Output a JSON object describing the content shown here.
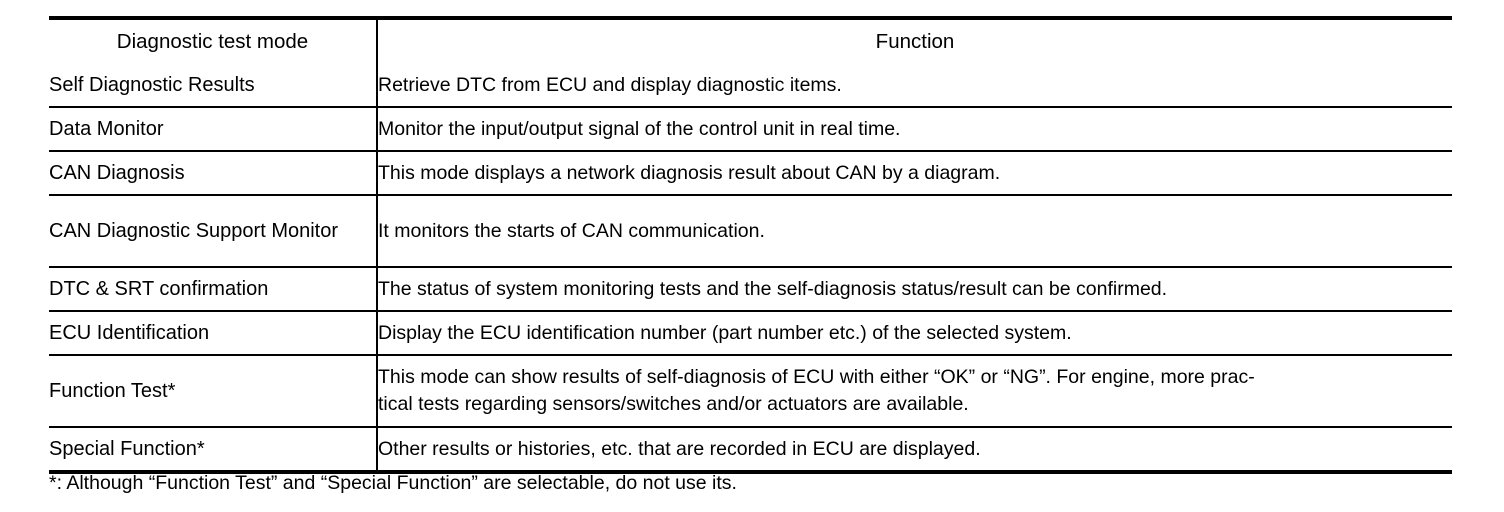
{
  "table": {
    "headers": {
      "mode": "Diagnostic test mode",
      "function": "Function"
    },
    "rows": [
      {
        "mode": "Self Diagnostic Results",
        "function": "Retrieve DTC from ECU and display diagnostic items.",
        "function_line2": ""
      },
      {
        "mode": "Data Monitor",
        "function": "Monitor the input/output signal of the control unit in real time.",
        "function_line2": ""
      },
      {
        "mode": "CAN Diagnosis",
        "function": "This mode displays a network diagnosis result about CAN by a diagram.",
        "function_line2": ""
      },
      {
        "mode": "CAN Diagnostic Support Monitor",
        "function": "It monitors the starts of CAN communication.",
        "function_line2": ""
      },
      {
        "mode": "DTC & SRT confirmation",
        "function": "The status of system monitoring tests and the self-diagnosis status/result can be confirmed.",
        "function_line2": ""
      },
      {
        "mode": "ECU Identification",
        "function": "Display the ECU identification number (part number etc.) of the selected system.",
        "function_line2": ""
      },
      {
        "mode": "Function Test*",
        "function": "This mode can show results of self-diagnosis of ECU with either “OK” or “NG”. For engine, more prac-",
        "function_line2": "tical tests regarding sensors/switches and/or actuators are available."
      },
      {
        "mode": "Special Function*",
        "function": "Other results or histories, etc. that are recorded in ECU are displayed.",
        "function_line2": ""
      }
    ]
  },
  "footnote": "*: Although “Function Test” and “Special Function” are selectable, do not use its."
}
